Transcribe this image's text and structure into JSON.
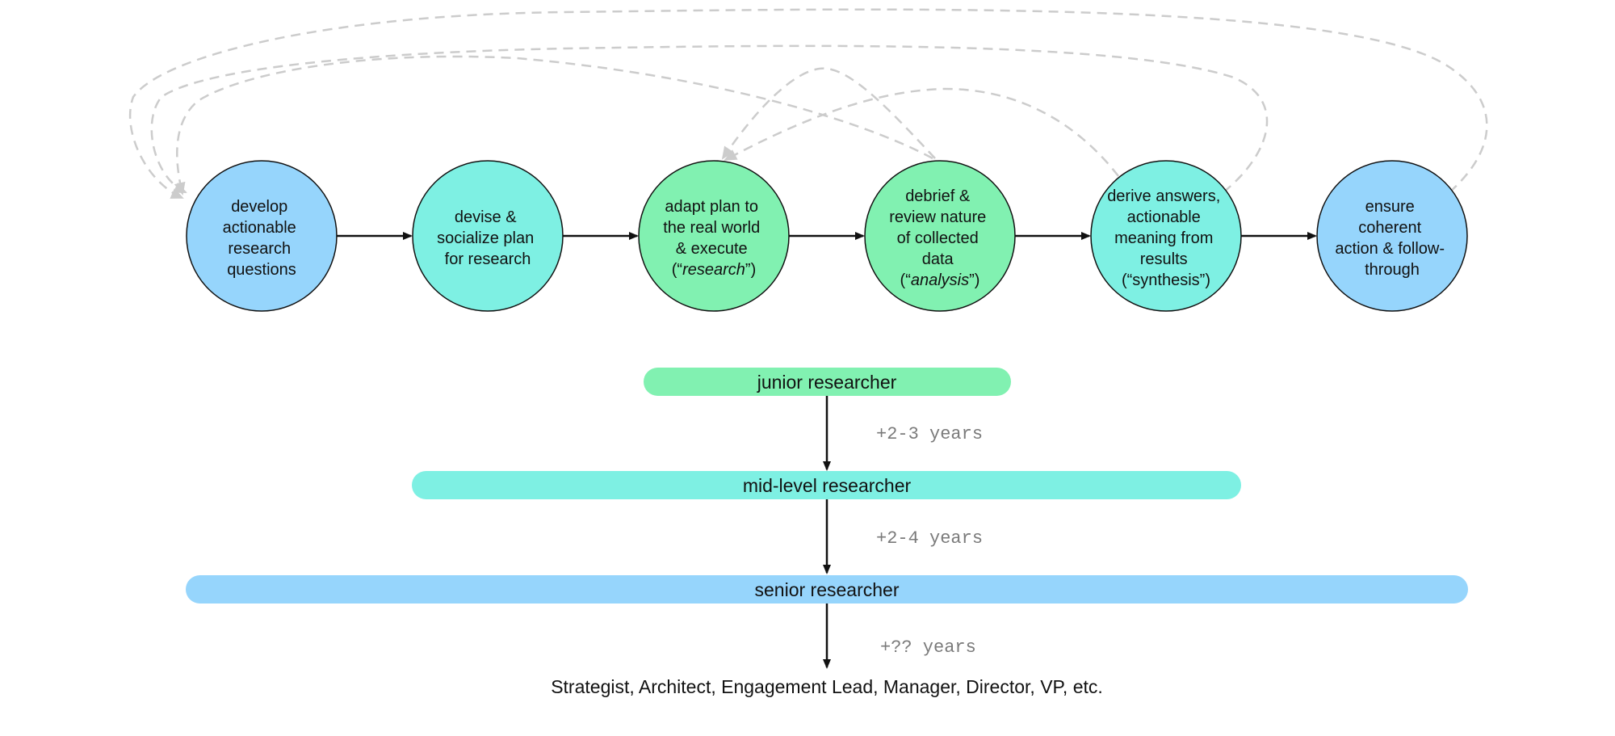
{
  "colors": {
    "blue": "#96d5fc",
    "teal": "#7ef0e3",
    "green": "#81f1b1",
    "loop": "#cccccc",
    "arrow": "#111111",
    "years_text": "#7a7a7a"
  },
  "process": {
    "nodes": [
      {
        "id": "develop",
        "color": "blue",
        "lines": [
          "develop",
          "actionable",
          "research",
          "questions"
        ]
      },
      {
        "id": "devise",
        "color": "teal",
        "lines": [
          "devise &",
          "socialize plan",
          "for research"
        ]
      },
      {
        "id": "adapt",
        "color": "green",
        "lines": [
          "adapt plan to",
          "the real world",
          "& execute",
          "(“research”)"
        ]
      },
      {
        "id": "debrief",
        "color": "green",
        "lines": [
          "debrief &",
          "review nature",
          "of collected",
          "data",
          "(“analysis”)"
        ]
      },
      {
        "id": "derive",
        "color": "teal",
        "lines": [
          "derive answers,",
          "actionable",
          "meaning from",
          "results",
          "(“synthesis”)"
        ]
      },
      {
        "id": "ensure",
        "color": "blue",
        "lines": [
          "ensure",
          "coherent",
          "action & follow-",
          "through"
        ]
      }
    ]
  },
  "career": {
    "levels": [
      {
        "label": "junior researcher",
        "color": "green"
      },
      {
        "label": "mid-level researcher",
        "color": "teal"
      },
      {
        "label": "senior researcher",
        "color": "blue"
      }
    ],
    "steps": [
      "+2-3 years",
      "+2-4 years",
      "+?? years"
    ],
    "outcome": "Strategist, Architect, Engagement Lead, Manager, Director, VP, etc."
  }
}
